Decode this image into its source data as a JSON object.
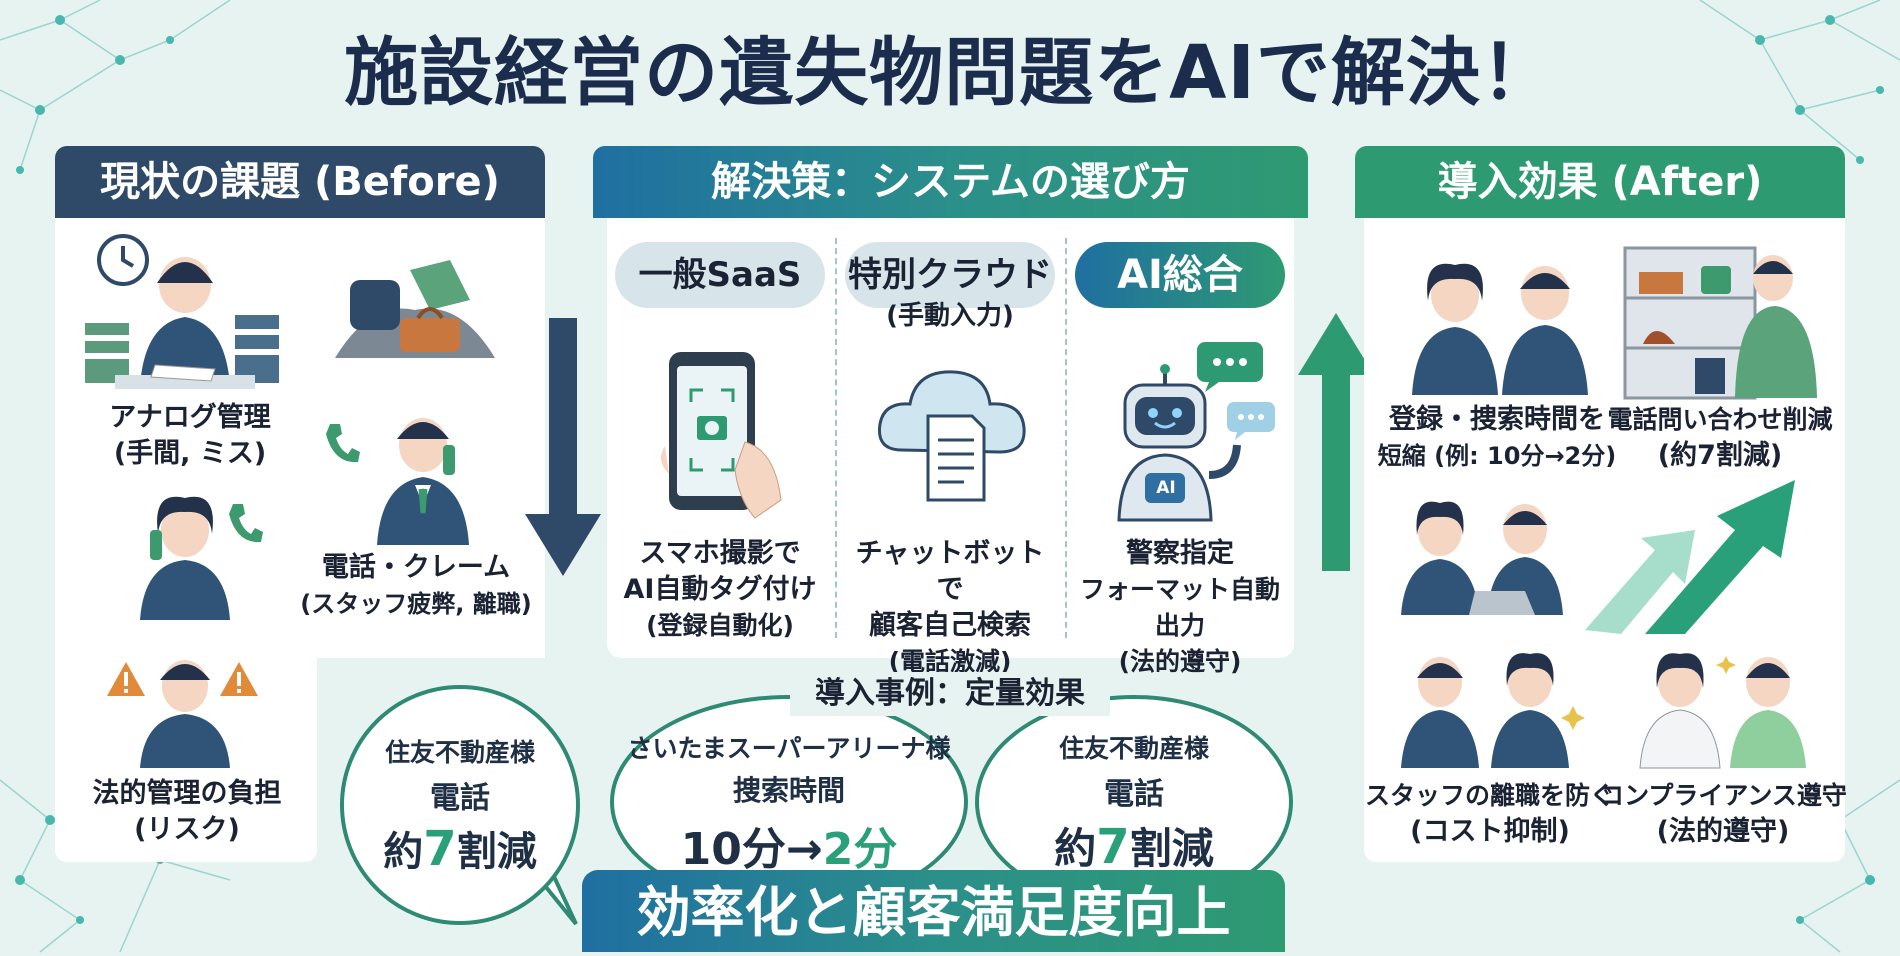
{
  "title": "施設経営の遺失物問題をAIで解決！",
  "before": {
    "header": "現状の課題 (Before)",
    "items": [
      {
        "line1": "アナログ管理",
        "line2": "(手間, ミス)"
      },
      {
        "line1": "電話・クレーム",
        "line2": "(スタッフ疲弊, 離職)"
      },
      {
        "line1": "法的管理の負担",
        "line2": "(リスク)"
      }
    ]
  },
  "solution": {
    "header": "解決策：システムの選び方",
    "columns": [
      {
        "pill": "一般SaaS",
        "sub": "",
        "desc": [
          "スマホ撮影で",
          "AI自動タグ付け",
          "(登録自動化)"
        ]
      },
      {
        "pill": "特別クラウド",
        "sub": "(手動入力)",
        "desc": [
          "チャットボットで",
          "顧客自己検索",
          "(電話激減)"
        ]
      },
      {
        "pill": "AI総合",
        "sub": "",
        "desc": [
          "警察指定",
          "フォーマット自動出力",
          "(法的遵守)"
        ],
        "badge": "AI"
      }
    ]
  },
  "after": {
    "header": "導入効果 (After)",
    "items": [
      {
        "line1": "登録・捜索時間を",
        "line2": "短縮 (例: 10分→2分)"
      },
      {
        "line1": "電話問い合わせ削減",
        "line2": "(約7割減)"
      },
      {
        "line1": "スタッフの離職を防ぐ",
        "line2": "(コスト抑制)"
      },
      {
        "line1": "コンプライアンス遵守",
        "line2": "(法的遵守)"
      }
    ]
  },
  "cases": {
    "header": "導入事例：定量効果",
    "left_bubble": {
      "client": "住友不動産様",
      "metric": "電話",
      "prefix": "約",
      "num": "7",
      "suffix": "割減"
    },
    "case1": {
      "client": "さいたまスーパーアリーナ様",
      "metric": "捜索時間",
      "from": "10分→",
      "to": "2分"
    },
    "case2": {
      "client": "住友不動産様",
      "metric": "電話",
      "prefix": "約",
      "num": "7",
      "suffix": "割減"
    }
  },
  "banner": "効率化と顧客満足度向上",
  "colors": {
    "navy": "#2f4a68",
    "teal_blue": "#1f7aa6",
    "green": "#2e9a72",
    "accent_green": "#2aa07a",
    "bg": "#e6f3f1"
  },
  "icons": [
    "clock-icon",
    "phone-icon",
    "warning-icon",
    "smartphone-camera-icon",
    "cloud-document-icon",
    "robot-icon",
    "chat-bubble-icon",
    "up-arrow-icon",
    "down-arrow-icon",
    "growth-arrows-icon",
    "shelf-icon"
  ]
}
